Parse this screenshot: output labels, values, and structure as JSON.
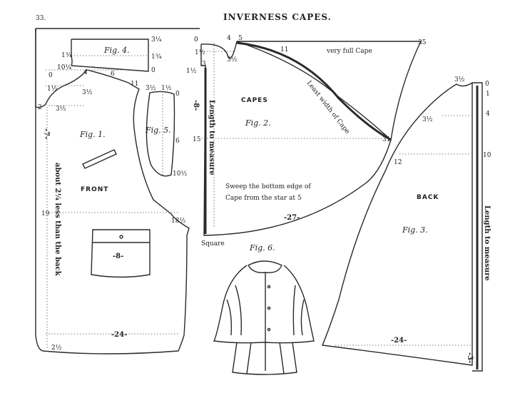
{
  "page_number": "33.",
  "title": "INVERNESS CAPES.",
  "fig4": {
    "label": "Fig. 4.",
    "m1": "3¼",
    "m2": "1¾",
    "m3": "1¾",
    "m4": "10¼",
    "m5": "0"
  },
  "fig1": {
    "label": "Fig. 1.",
    "front": "FRONT",
    "note": "about 2¼ less than the back",
    "m_0": "0",
    "m_4": "4",
    "m_6": "6",
    "m_11": "11",
    "m_1half": "1½",
    "m_2": "2",
    "m_3half_a": "3½",
    "m_3half_b": "3½",
    "m_7": "-7-",
    "m_19": "19",
    "m_18half": "18½",
    "m_24": "-24-",
    "m_2half": "2½",
    "m_8": "-8-"
  },
  "fig5": {
    "label": "Fig. 5.",
    "m_3half": "3½",
    "m_1half": "1½",
    "m_0": "0",
    "m_6": "6",
    "m_10half": "10½"
  },
  "fig2": {
    "label": "Fig. 2.",
    "capes": "CAPES",
    "very_full": "very full Cape",
    "least_width": "Least width of Cape",
    "sweep_1": "Sweep the bottom edge of",
    "sweep_2": "Cape from the star at 5",
    "length": "Length to measure",
    "m_0": "0",
    "m_4": "4",
    "m_5": "5",
    "m_11": "11",
    "m_35": "35",
    "m_1half": "1½",
    "m_3half": "3½",
    "m_3": "3",
    "m_1half_b": "1½",
    "m_8": "-8-",
    "m_15": "15",
    "m_31": "31",
    "m_27": "-27-",
    "square": "Square"
  },
  "fig6": {
    "label": "Fig. 6."
  },
  "fig3": {
    "label": "Fig. 3.",
    "back": "BACK",
    "length": "Length to measure",
    "m_3half": "3½",
    "m_0": "0",
    "m_1": "1",
    "m_4": "4",
    "m_3half_b": "3½",
    "m_12": "12",
    "m_10": "10",
    "m_24": "-24-",
    "m_3": "-3-"
  }
}
